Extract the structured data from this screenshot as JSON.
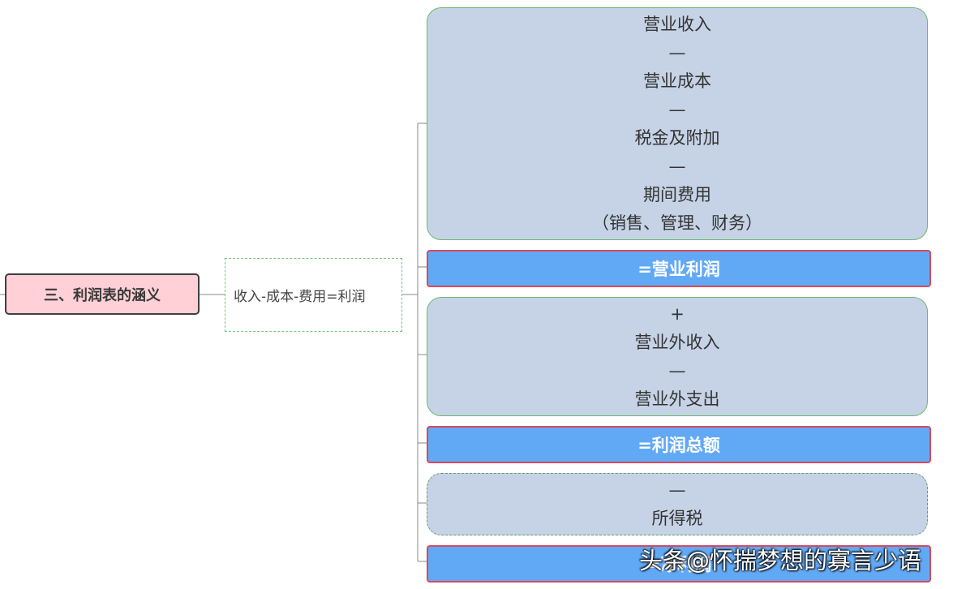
{
  "root": {
    "label": "三、利润表的涵义"
  },
  "middle": {
    "label": "收入-成本-费用=利润"
  },
  "box1": {
    "lines": [
      "营业收入",
      "—",
      "营业成本",
      "—",
      "税金及附加",
      "—",
      "期间费用",
      "（销售、管理、财务）"
    ]
  },
  "operating_profit": {
    "label": "=营业利润"
  },
  "box2": {
    "lines": [
      "+",
      "营业外收入",
      "—",
      "营业外支出"
    ]
  },
  "total_profit": {
    "label": "=利润总额"
  },
  "box3": {
    "lines": [
      "—",
      "所得税"
    ]
  },
  "net_profit": {
    "label": "=净利润"
  },
  "watermark": {
    "text": "头条@怀揣梦想的寡言少语"
  },
  "colors": {
    "root_fill": "#ffd0d6",
    "gray_fill": "#c6d3e6",
    "blue_fill": "#62a9f5",
    "blue_border": "#d94a5b",
    "green_border": "#6cb86c"
  }
}
